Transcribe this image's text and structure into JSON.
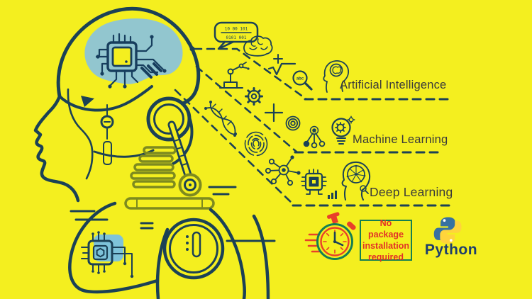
{
  "scene": {
    "background_color": "#f4ef1f"
  },
  "palette": {
    "outline_navy": "#1b4156",
    "circuit_navy": "#173e5e",
    "brain_blue": "#92c6cf",
    "chip_blue": "#7ec3d9",
    "olive_accent": "#7d8a1f",
    "alert_red": "#e8402a",
    "badge_green": "#157f52",
    "label_gray": "#3a3a3a",
    "python_blue": "#3771a1",
    "python_yellow": "#ffd43c",
    "python_text_navy": "#1d3e6d"
  },
  "speech_bubble": {
    "lines": [
      "10 00 101",
      "0101 001"
    ]
  },
  "labels": {
    "artificial_intelligence": "Artificial Intelligence",
    "machine_learning": "Machine Learning",
    "deep_learning": "Deep Learning"
  },
  "badges": {
    "no_package": {
      "lines": [
        "No package",
        "installation",
        "required"
      ]
    },
    "python_label": "Python"
  },
  "magnifier_text": "abc",
  "icons": [
    "speech-bubble-binary-icon",
    "brain-icon",
    "plus-icon",
    "square-root-icon",
    "magnifier-abc-icon",
    "ai-head-icon",
    "robot-arm-icon",
    "gear-icon",
    "dna-icon",
    "coil-icon",
    "fingerprint-icon",
    "hierarchy-icon",
    "lightbulb-gears-icon",
    "network-hub-icon",
    "chip-icon",
    "mini-bar-chart-icon",
    "dl-head-icon",
    "stopwatch-icon",
    "python-logo-icon"
  ]
}
